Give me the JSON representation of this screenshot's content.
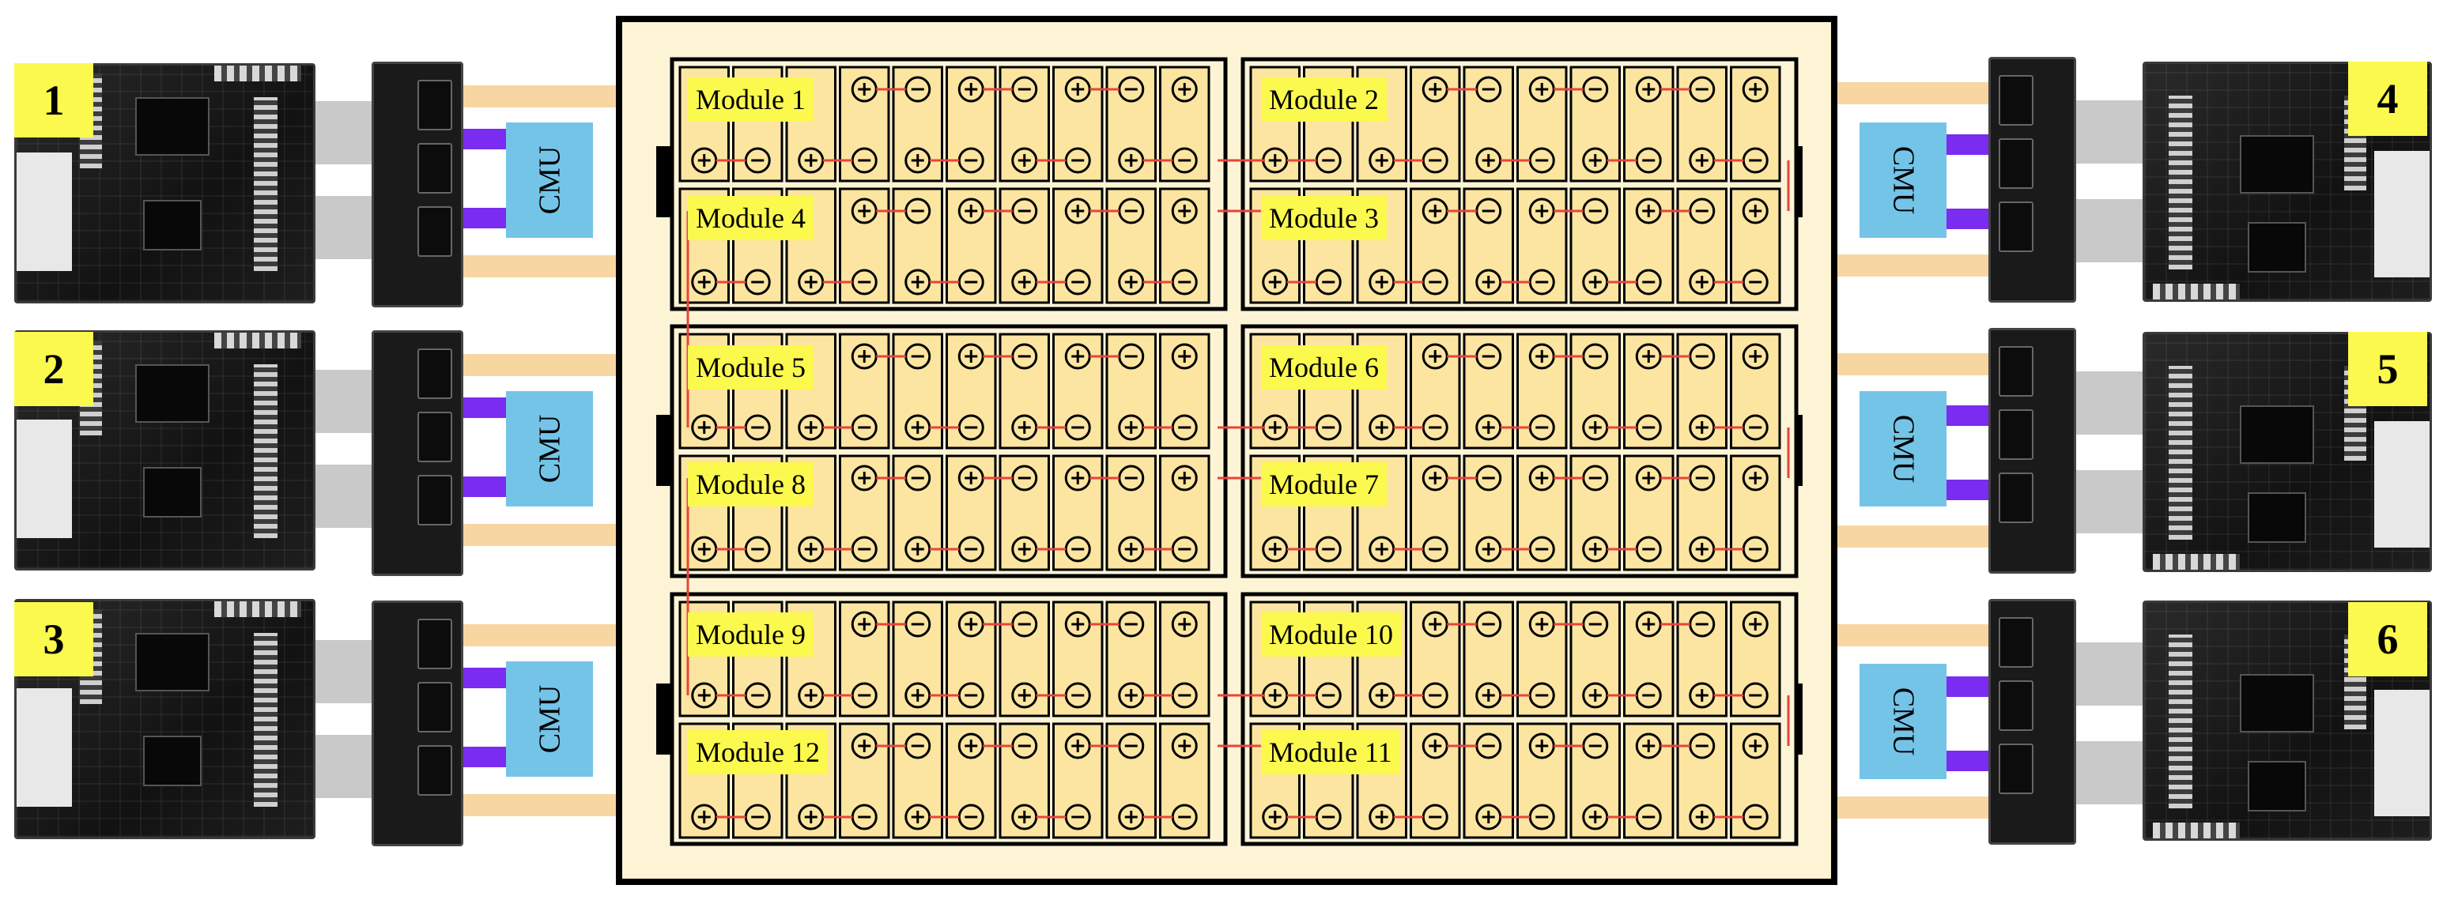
{
  "boards_left": [
    {
      "label": "1"
    },
    {
      "label": "2"
    },
    {
      "label": "3"
    }
  ],
  "boards_right": [
    {
      "label": "4"
    },
    {
      "label": "5"
    },
    {
      "label": "6"
    }
  ],
  "cmu_label": "CMU",
  "modules": [
    {
      "name": "Module 1"
    },
    {
      "name": "Module 2"
    },
    {
      "name": "Module 3"
    },
    {
      "name": "Module 4"
    },
    {
      "name": "Module 5"
    },
    {
      "name": "Module 6"
    },
    {
      "name": "Module 7"
    },
    {
      "name": "Module 8"
    },
    {
      "name": "Module 9"
    },
    {
      "name": "Module 10"
    },
    {
      "name": "Module 11"
    },
    {
      "name": "Module 12"
    }
  ],
  "terminal_symbols": {
    "positive": "+",
    "negative": "−"
  },
  "colors": {
    "label_yellow": "#fbf94e",
    "cmu_blue": "#74c4e8",
    "cell_fill": "#fbe5a1",
    "pack_fill": "#fdf4d6",
    "bus_line": "#e8443a",
    "link_purple": "#7a2cf0",
    "ribbon_gray": "#c9c9c9",
    "wire_tan": "#f8d6a1"
  }
}
